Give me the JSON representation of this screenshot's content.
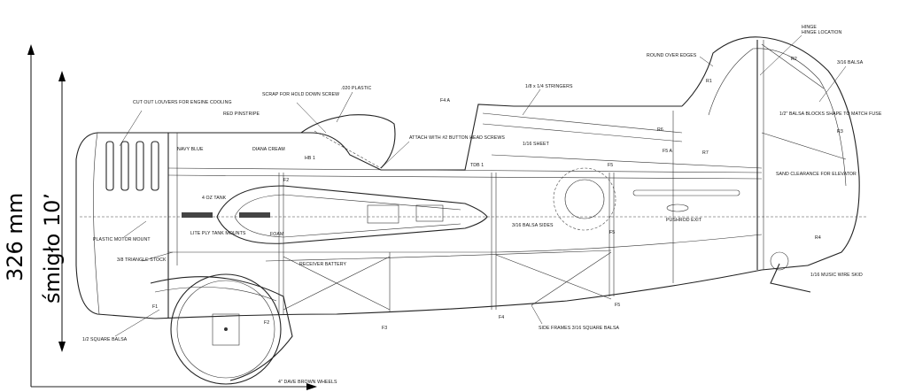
{
  "dimensions": {
    "height_label": "326 mm",
    "prop_label": "śmigło 10’"
  },
  "labels": {
    "round_over_edges": "ROUND OVER EDGES",
    "hinge_location": "HINGE LOCATION",
    "r2": "R2",
    "balsa_316": "3/16 BALSA",
    "r1": "R1",
    "stringers": "1/8 x 1/4 STRINGERS",
    "f4a": "F4 A",
    "r6": "R6",
    "balsa_blocks": "1/2\" BALSA BLOCKS SHAPE TO MATCH FUSE",
    "r3": "R3",
    "f5a": "F5 A",
    "r7": "R7",
    "sheet_116": "1/16 SHEET",
    "cut_louvers": "CUT OUT LOUVERS FOR ENGINE COOLING",
    "scrap_hold_down": "SCRAP FOR HOLD DOWN SCREW",
    "plastic_020": ".020 PLASTIC",
    "red_pinstripe": "RED PINSTRIPE",
    "navy_blue": "NAVY BLUE",
    "diana_cream": "DIANA CREAM",
    "hb1": "HB 1",
    "attach_with": "ATTACH WITH #2 BUTTON HEAD SCREWS",
    "tdb1": "TDB 1",
    "f5": "F5",
    "f2": "F2",
    "tank_4oz": "4 OZ TANK",
    "sand_clearance": "SAND CLEARANCE FOR ELEVATOR",
    "plastic_motor_mount": "PLASTIC MOTOR MOUNT",
    "lite_ply": "LITE PLY TANK MOUNTS",
    "foam": "FOAM",
    "balsa_sides": "3/16 BALSA SIDES",
    "pushrod_exit": "PUSHROD EXIT",
    "r4": "R4",
    "triangle_stock": "3/8 TRIANGLE STOCK",
    "receiver_battery": "RECEIVER BATTERY",
    "music_wire_skid": "1/16 MUSIC WIRE SKID",
    "f1": "F1",
    "f4": "F4",
    "f3": "F3",
    "side_frames": "SIDE FRAMES 3/16 SQUARE BALSA",
    "square_balsa_12": "1/2 SQUARE BALSA",
    "dave_brown_wheels": "4\" DAVE BROWN WHEELS"
  }
}
